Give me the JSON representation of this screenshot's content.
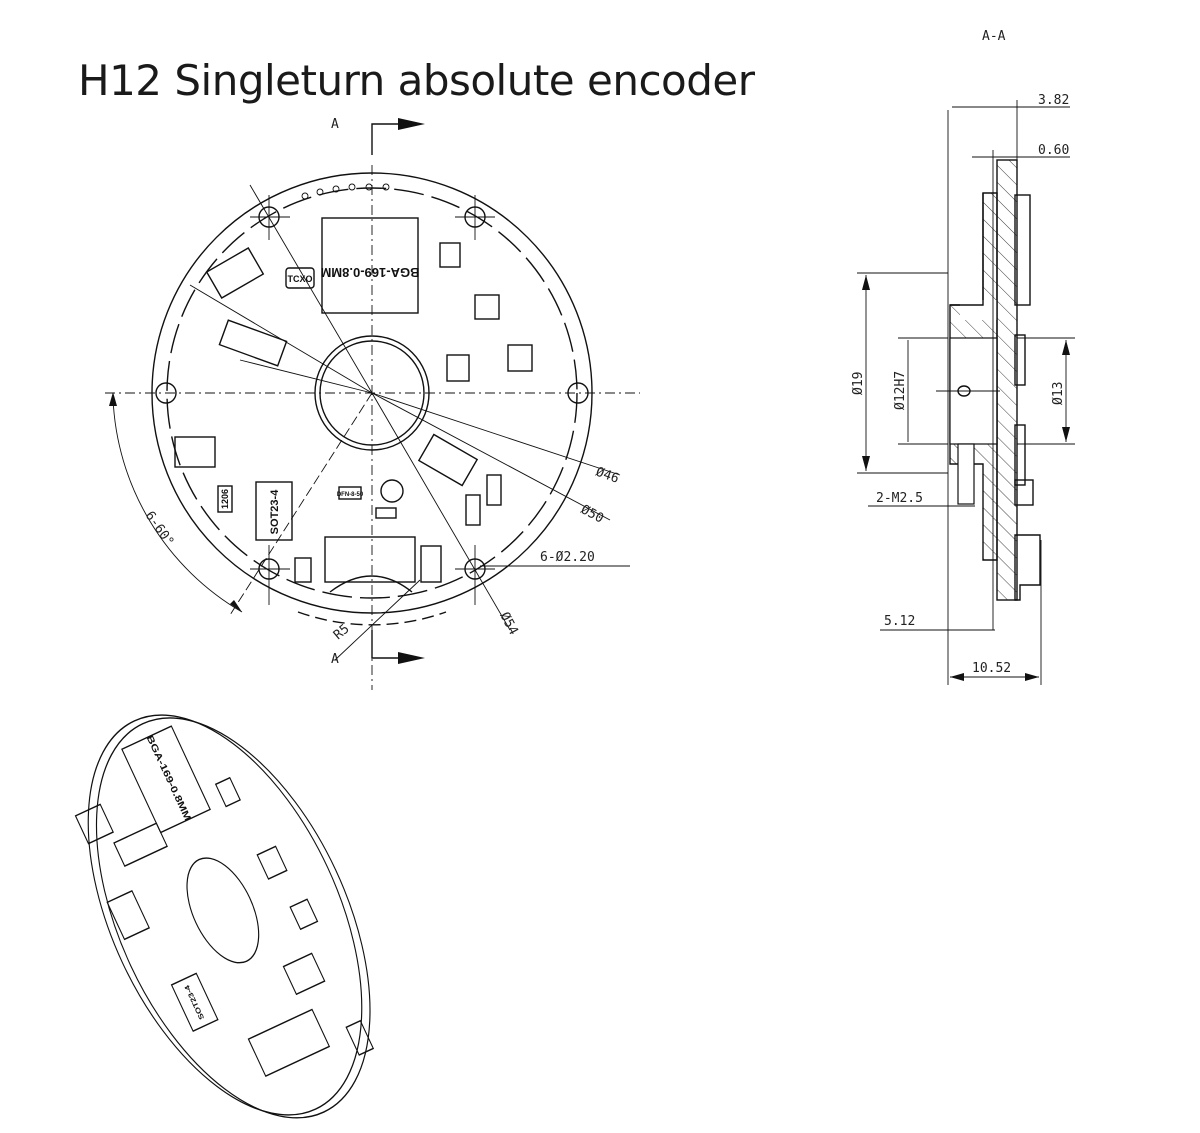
{
  "title": "H12 Singleturn absolute encoder",
  "section_view": {
    "label": "A-A",
    "dimensions": {
      "d382": "3.82",
      "d060": "0.60",
      "dia19": "Ø19",
      "dia12h7": "Ø12H7",
      "dia13": "Ø13",
      "m25": "2-M2.5",
      "d512": "5.12",
      "d1052": "10.52"
    }
  },
  "top_view": {
    "section_mark_top": "A",
    "section_mark_bottom": "A",
    "dimensions": {
      "dia46": "Ø46",
      "dia50": "Ø50",
      "holes": "6-Ø2.20",
      "dia54": "Ø54",
      "r5": "R5",
      "angle": "6-60°"
    },
    "components": {
      "bga": "BGA-169-0.8MM",
      "tcxo": "TCXO",
      "sot": "SOT23-4",
      "r1206": "1206",
      "dfn": "DFN-8-50"
    }
  },
  "isometric_view": {
    "components": {
      "bga": "BGA-169-0.8MM",
      "sot": "SOT23-4"
    }
  }
}
